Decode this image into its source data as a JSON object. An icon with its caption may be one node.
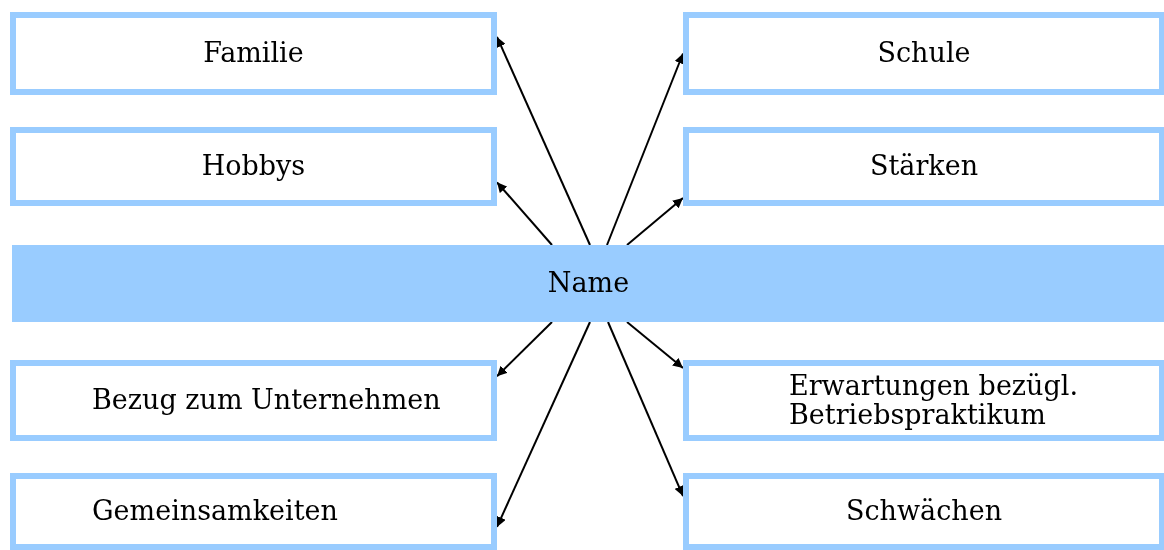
{
  "diagram": {
    "nodes": [
      {
        "text": [
          "Familie"
        ]
      },
      {
        "text": [
          "Schule"
        ]
      },
      {
        "text": [
          "Hobbys"
        ]
      },
      {
        "text": [
          "Stärken"
        ]
      },
      {
        "text": [
          "Name"
        ]
      },
      {
        "text": [
          "Bezug zum Unternehmen"
        ]
      },
      {
        "text": [
          "Erwartungen bezügl. Betriebspraktikum"
        ]
      },
      {
        "text": [
          "Gemeinsamkeiten"
        ]
      },
      {
        "text": [
          "Schwächen"
        ]
      }
    ],
    "edges": [
      {
        "from": 4,
        "to": 0,
        "arrow": "to"
      },
      {
        "from": 4,
        "to": 1,
        "arrow": "to"
      },
      {
        "from": 4,
        "to": 2,
        "arrow": "to"
      },
      {
        "from": 4,
        "to": 3,
        "arrow": "to"
      },
      {
        "from": 4,
        "to": 5,
        "arrow": "to"
      },
      {
        "from": 4,
        "to": 6,
        "arrow": "to"
      },
      {
        "from": 4,
        "to": 7,
        "arrow": "to"
      },
      {
        "from": 4,
        "to": 8,
        "arrow": "to"
      }
    ]
  }
}
